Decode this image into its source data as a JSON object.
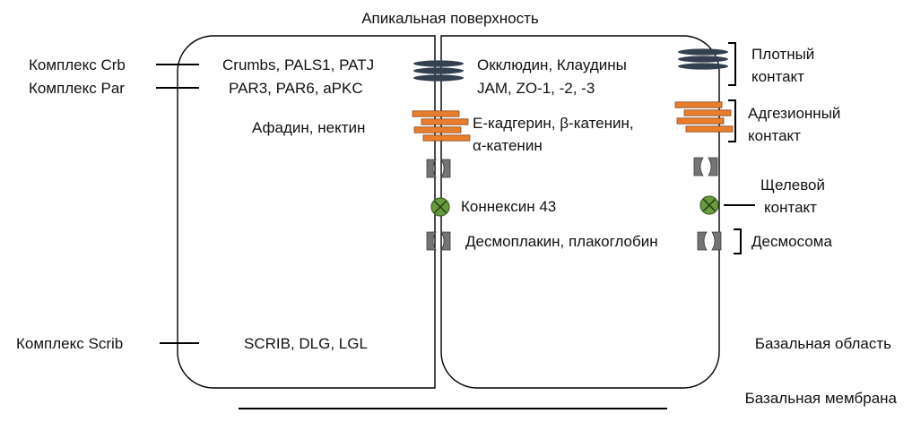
{
  "colors": {
    "adherens": "#e87d2c",
    "adherens_edge": "#7a3a10",
    "tight": "#34404f",
    "desmosome": "#747474",
    "gap": "#6a9a3e",
    "gap_edge": "#3f6423",
    "line": "#000000"
  },
  "icons": {
    "tight": "tight-junction-icon",
    "adherens": "adherens-junction-icon",
    "desmosome": "desmosome-icon",
    "gap": "gap-junction-icon"
  },
  "labels": {
    "apical": "Апикальная поверхность",
    "basal_region": "Базальная область",
    "basal_membrane": "Базальная мембрана"
  },
  "complexes": {
    "crb": "Комплекс Crb",
    "par": "Комплекс Par",
    "scrib": "Комплекс Scrib"
  },
  "proteins": {
    "crb": "Crumbs, PALS1, PATJ",
    "par": "PAR3, PAR6, aPKC",
    "afadin": "Афадин, нектин",
    "scrib": "SCRIB, DLG, LGL",
    "tight_1": "Окклюдин, Клаудины",
    "tight_2": "JAM, ZO-1, -2, -3",
    "cadherin_1": "E-кадгерин, β-катенин,",
    "cadherin_2": "α-катенин",
    "connexin": "Коннексин 43",
    "desmoplakin": "Десмоплакин, плакоглобин"
  },
  "junctions": {
    "tight_1": "Плотный",
    "tight_2": "контакт",
    "adherens_1": "Адгезионный",
    "adherens_2": "контакт",
    "gap_1": "Щелевой",
    "gap_2": "контакт",
    "desmosome": "Десмосома"
  }
}
